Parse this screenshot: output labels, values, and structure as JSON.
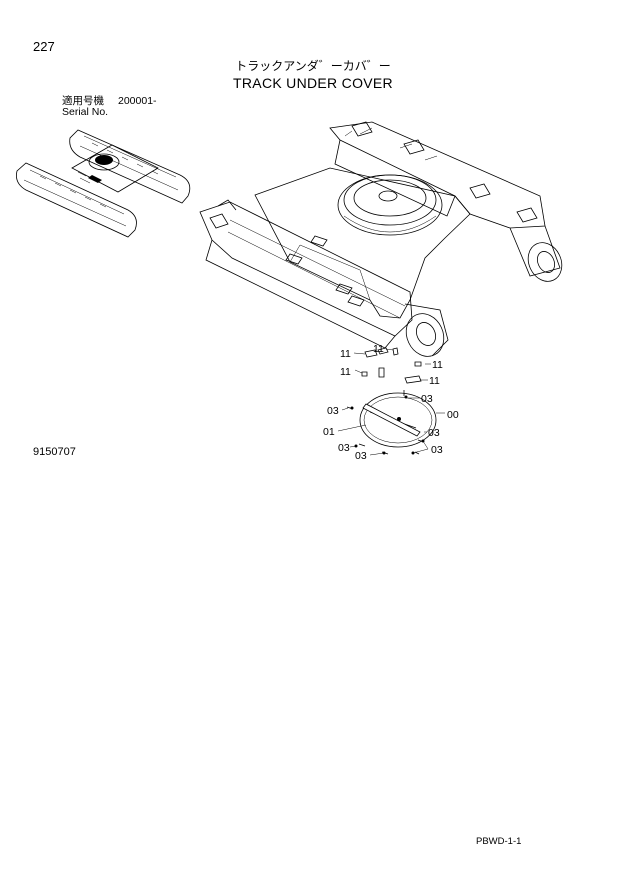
{
  "page_number": "227",
  "title_jp": "トラックアンダ゛ーカバ゛ー",
  "title_en": "TRACK UNDER COVER",
  "serial": {
    "label_jp": "適用号機",
    "value": "200001-",
    "label_en": "Serial No."
  },
  "figure_id": "9150707",
  "footer_code": "PBWD-1-1",
  "callouts": {
    "c00": "00",
    "c01": "01",
    "c03_a": "03",
    "c03_b": "03",
    "c03_c": "03",
    "c03_d": "03",
    "c03_e": "03",
    "c03_f": "03",
    "c11_a": "11",
    "c11_b": "11",
    "c11_c": "11",
    "c11_d": "11",
    "c11_e": "11"
  }
}
